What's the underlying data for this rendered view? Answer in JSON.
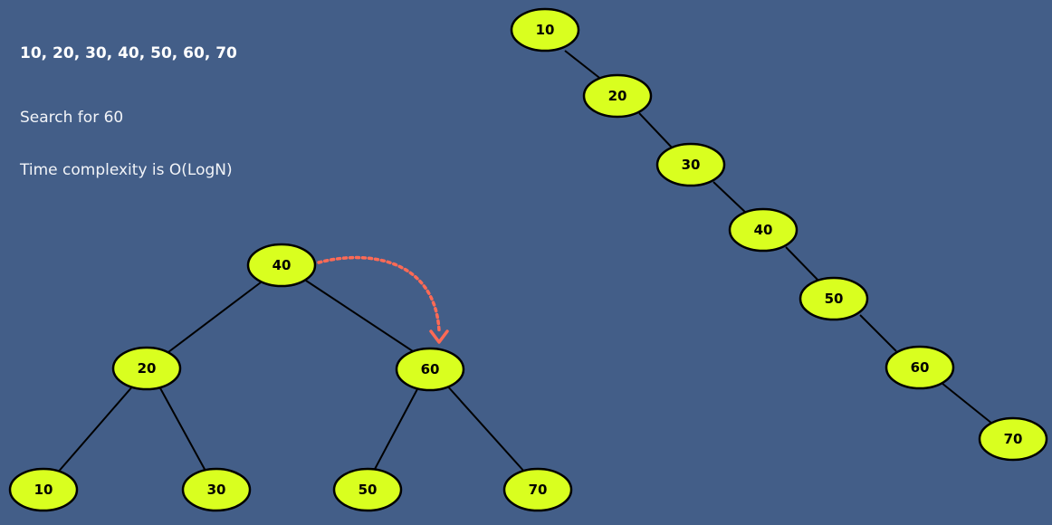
{
  "text": {
    "sequence": "10, 20, 30, 40, 50, 60, 70",
    "search": "Search for 60",
    "complexity": "Time complexity is O(LogN)"
  },
  "balanced_tree": {
    "nodes": [
      "40",
      "20",
      "60",
      "10",
      "30",
      "50",
      "70"
    ],
    "edges": [
      [
        "40",
        "20"
      ],
      [
        "40",
        "60"
      ],
      [
        "20",
        "10"
      ],
      [
        "20",
        "30"
      ],
      [
        "60",
        "50"
      ],
      [
        "60",
        "70"
      ]
    ],
    "search_path": [
      "40",
      "60"
    ]
  },
  "skewed_tree": {
    "nodes": [
      "10",
      "20",
      "30",
      "40",
      "50",
      "60",
      "70"
    ],
    "edges": [
      [
        "10",
        "20"
      ],
      [
        "20",
        "30"
      ],
      [
        "30",
        "40"
      ],
      [
        "40",
        "50"
      ],
      [
        "50",
        "60"
      ],
      [
        "60",
        "70"
      ]
    ]
  },
  "colors": {
    "background": "#435e88",
    "node_fill": "#d9ff1f",
    "node_stroke": "#000000",
    "search_arrow": "#ff6a55"
  }
}
